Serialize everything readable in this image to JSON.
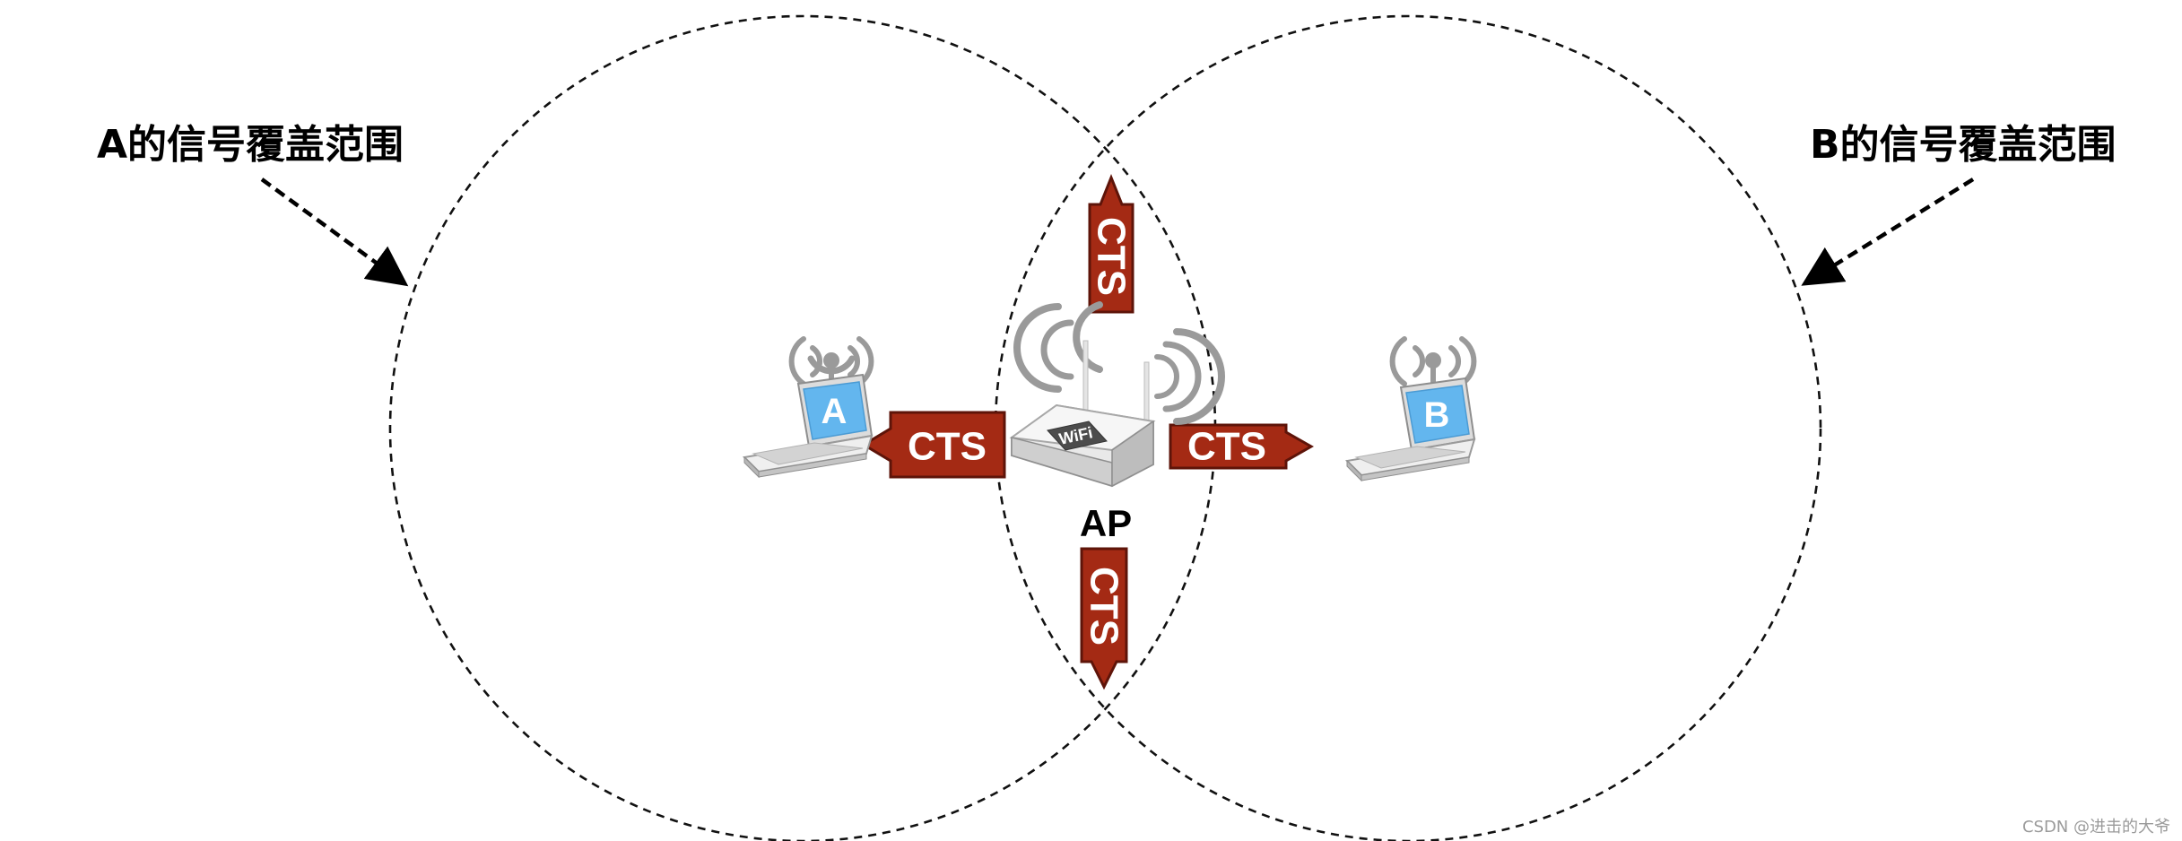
{
  "labels": {
    "coverage_a": "A的信号覆盖范围",
    "coverage_b": "B的信号覆盖范围",
    "ap": "AP",
    "laptop_a": "A",
    "laptop_b": "B",
    "router_logo": "WiFi"
  },
  "cts_signals": [
    {
      "direction": "up",
      "text": "CTS"
    },
    {
      "direction": "left",
      "text": "CTS"
    },
    {
      "direction": "right",
      "text": "CTS"
    },
    {
      "direction": "down",
      "text": "CTS"
    }
  ],
  "watermark": "CSDN @进击的大爷",
  "colors": {
    "cts_fill": "#a42a14",
    "cts_border": "#5e1409",
    "laptop_screen": "#63b6ee",
    "wifi_waves": "#9a9a9a",
    "router_body": "#dcdcdc"
  },
  "icons": {
    "laptop": "laptop-icon",
    "router": "wifi-router-icon",
    "signal": "signal-waves-icon"
  }
}
